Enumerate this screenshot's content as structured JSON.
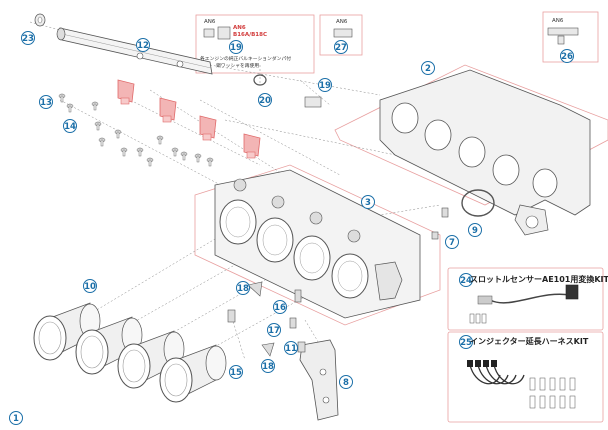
{
  "callouts": {
    "c1": "1",
    "c2": "2",
    "c3": "3",
    "c7": "7",
    "c8": "8",
    "c9": "9",
    "c10": "10",
    "c11": "11",
    "c12": "12",
    "c13": "13",
    "c14": "14",
    "c15": "15",
    "c16": "16",
    "c17": "17",
    "c18a": "18",
    "c18b": "18",
    "c19a": "19",
    "c19b": "19",
    "c20": "20",
    "c23": "23",
    "c24": "24",
    "c25": "25",
    "c26": "26",
    "c27": "27"
  },
  "an6": {
    "label_left": "AN6",
    "label_mid": "AN6",
    "label_right": "AN6",
    "red_line1": "AN6",
    "red_line2": "B16A/B18C",
    "note_line1": "各エンジンの純正バルキーションダンパ付",
    "note_line2": "銅ワッシャを再使用"
  },
  "kits": {
    "kit24_title": "スロットルセンサーAE101用変換KIT",
    "kit25_title": "インジェクター延長ハーネスKIT"
  },
  "colors": {
    "callout": "#1b6fa8",
    "injector": "#e06a6a",
    "outline": "#e8a0a0",
    "line": "#555555"
  }
}
